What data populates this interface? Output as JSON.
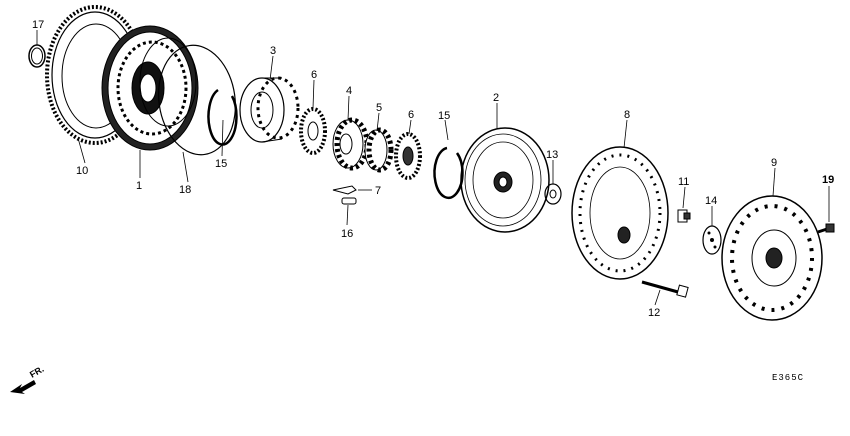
{
  "labels": {
    "p1": "1",
    "p2": "2",
    "p3": "3",
    "p4": "4",
    "p5": "5",
    "p6a": "6",
    "p6b": "6",
    "p7": "7",
    "p8": "8",
    "p9": "9",
    "p10": "10",
    "p11": "11",
    "p12": "12",
    "p13": "13",
    "p14": "14",
    "p15a": "15",
    "p15b": "15",
    "p16": "16",
    "p17": "17",
    "p18": "18",
    "p19": "19"
  },
  "front_indicator": "FR.",
  "diagram_code": "E365C"
}
